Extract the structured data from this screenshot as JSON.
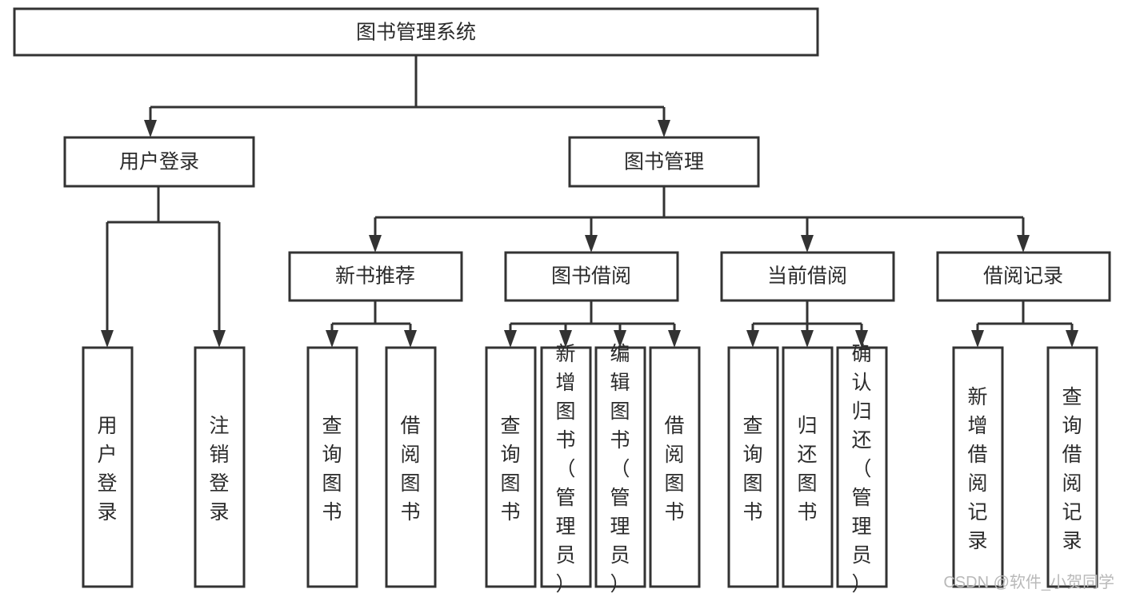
{
  "diagram": {
    "title": "图书管理系统",
    "type": "tree-hierarchy-chart",
    "root": {
      "label": "图书管理系统"
    },
    "level2": [
      {
        "label": "用户登录"
      },
      {
        "label": "图书管理"
      }
    ],
    "level3": [
      {
        "label": "新书推荐"
      },
      {
        "label": "图书借阅"
      },
      {
        "label": "当前借阅"
      },
      {
        "label": "借阅记录"
      }
    ],
    "leaves": {
      "user_login": [
        {
          "label": "用户登录"
        },
        {
          "label": "注销登录"
        }
      ],
      "new_book_recommend": [
        {
          "label": "查询图书"
        },
        {
          "label": "借阅图书"
        }
      ],
      "book_borrow": [
        {
          "label": "查询图书"
        },
        {
          "label": "新增图书（管理员）"
        },
        {
          "label": "编辑图书（管理员）"
        },
        {
          "label": "借阅图书"
        }
      ],
      "current_borrow": [
        {
          "label": "查询图书"
        },
        {
          "label": "归还图书"
        },
        {
          "label": "确认归还（管理员）"
        }
      ],
      "borrow_record": [
        {
          "label": "新增借阅记录"
        },
        {
          "label": "查询借阅记录"
        }
      ]
    }
  },
  "watermark": {
    "text": "CSDN @软件_小贺同学"
  },
  "colors": {
    "box_stroke": "#333333",
    "box_fill": "#ffffff",
    "text": "#2b2b2b",
    "watermark": "#b9b9b9",
    "background": "#ffffff"
  }
}
